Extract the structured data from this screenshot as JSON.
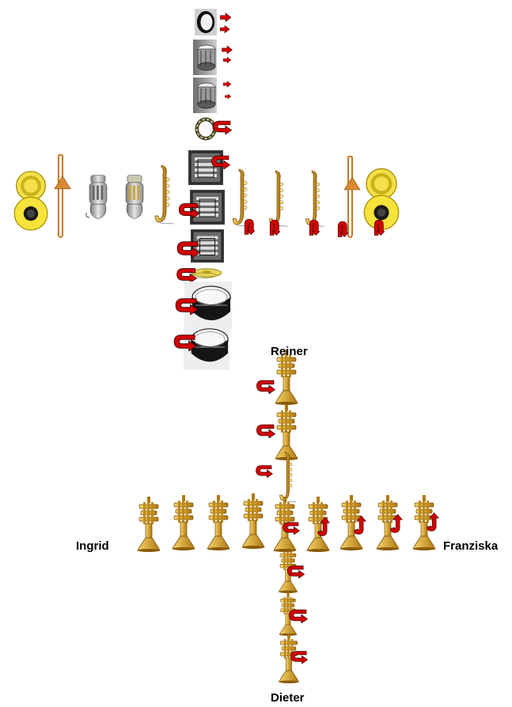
{
  "labels": {
    "top_group": "Reiner",
    "left_group": "Ingrid",
    "right_group": "Franziska",
    "bottom_group": "Dieter"
  },
  "colors": {
    "arrow": "#d40000",
    "arrow_outline": "#3a0000",
    "brass": "#d9a520",
    "brass_dark": "#8a5c0a",
    "sousaphone": "#e8d21a",
    "silver": "#b9b9b9",
    "drum_dark": "#1a1a1a",
    "photo_bg": "#7d7d7d"
  },
  "instruments": {
    "top_column": [
      "hand-drum-icon",
      "snare-drum-icon",
      "snare-drum-icon",
      "tambourine-icon",
      "glockenspiel-icon",
      "glockenspiel-icon",
      "glockenspiel-icon",
      "cymbals-icon",
      "bass-drum-icon",
      "bass-drum-icon"
    ],
    "top_left_row": [
      "sousaphone-icon",
      "trombone-icon",
      "baritone-horn-icon",
      "tuba-icon",
      "saxophone-icon"
    ],
    "top_right_row": [
      "saxophone-icon",
      "saxophone-icon",
      "saxophone-icon",
      "trombone-icon",
      "sousaphone-icon"
    ],
    "bottom_column": [
      "trumpet-icon",
      "trumpet-icon",
      "saxophone-icon",
      "trumpet-icon",
      "trumpet-icon",
      "trumpet-icon",
      "trumpet-icon"
    ],
    "bottom_row": [
      "trumpet-icon",
      "trumpet-icon",
      "trumpet-icon",
      "trumpet-icon",
      "trumpet-icon",
      "trumpet-icon",
      "trumpet-icon",
      "trumpet-icon"
    ]
  },
  "arrows": [
    "u-turn-arrow-icon",
    "straight-arrow-icon"
  ]
}
